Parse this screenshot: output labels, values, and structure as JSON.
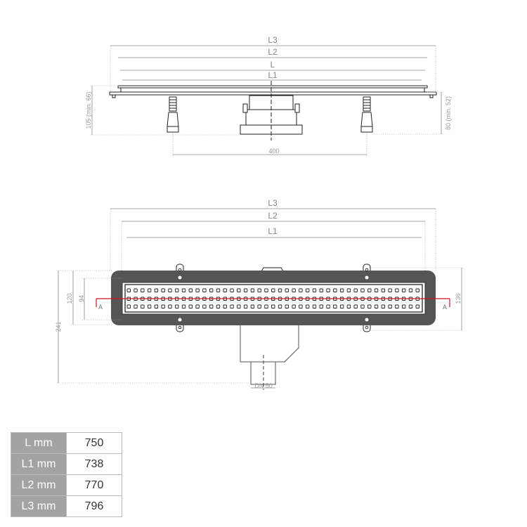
{
  "side_view": {
    "dims": {
      "L3": "L3",
      "L2": "L2",
      "L": "L",
      "L1": "L1",
      "leg_spacing": "400",
      "left_height": "105 (min. 66)",
      "right_height": "80 (min. 52)"
    }
  },
  "top_view": {
    "dims": {
      "L3": "L3",
      "L2": "L2",
      "L1": "L1",
      "total_depth": "241",
      "frame_width": "120",
      "grate_width": "94",
      "flange_width": "136",
      "outlet": "DN 50"
    },
    "section_marker": "A",
    "section_color": "#d0121b",
    "grate_rows": 3,
    "grate_cols": 43
  },
  "table": {
    "rows": [
      {
        "label": "L mm",
        "value": "750"
      },
      {
        "label": "L1 mm",
        "value": "738"
      },
      {
        "label": "L2 mm",
        "value": "770"
      },
      {
        "label": "L3 mm",
        "value": "796"
      }
    ]
  }
}
